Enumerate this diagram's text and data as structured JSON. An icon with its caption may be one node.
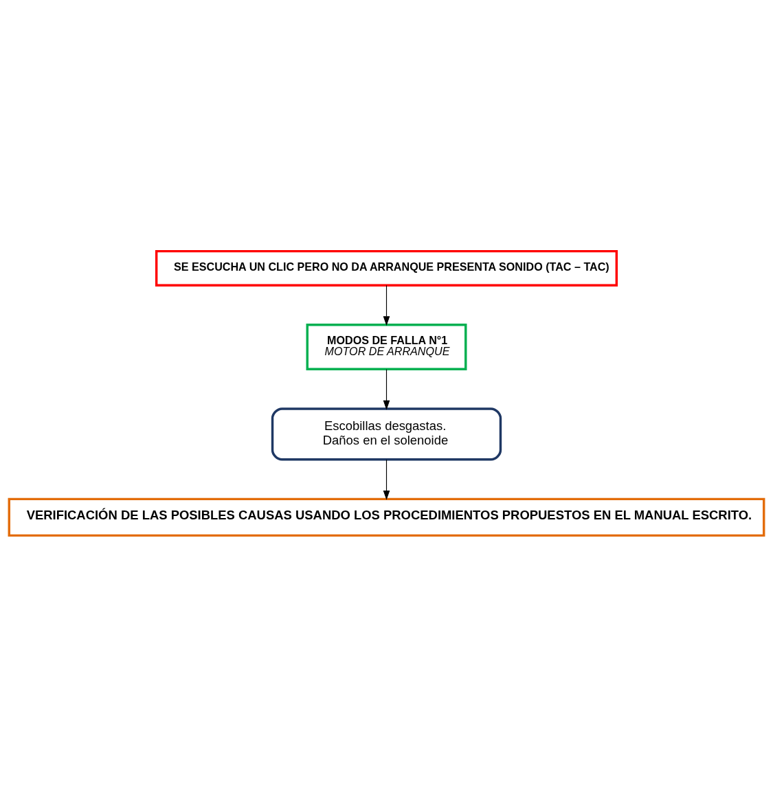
{
  "diagram": {
    "nodes": [
      {
        "text": [
          "SE ESCUCHA UN CLIC PERO NO DA ARRANQUE PRESENTA SONIDO (TAC – TAC)"
        ]
      },
      {
        "text": [
          "MODOS DE FALLA N°1",
          "MOTOR DE ARRANQUE"
        ]
      },
      {
        "text": [
          "Escobillas desgastas.",
          "Daños en el solenoide"
        ]
      },
      {
        "text": [
          "VERIFICACIÓN DE LAS POSIBLES CAUSAS USANDO LOS PROCEDIMIENTOS PROPUESTOS EN EL MANUAL ESCRITO."
        ]
      }
    ],
    "edges": [
      {
        "from": 0,
        "to": 1,
        "arrow": "to"
      },
      {
        "from": 1,
        "to": 2,
        "arrow": "to"
      },
      {
        "from": 2,
        "to": 3,
        "arrow": "to"
      }
    ]
  }
}
